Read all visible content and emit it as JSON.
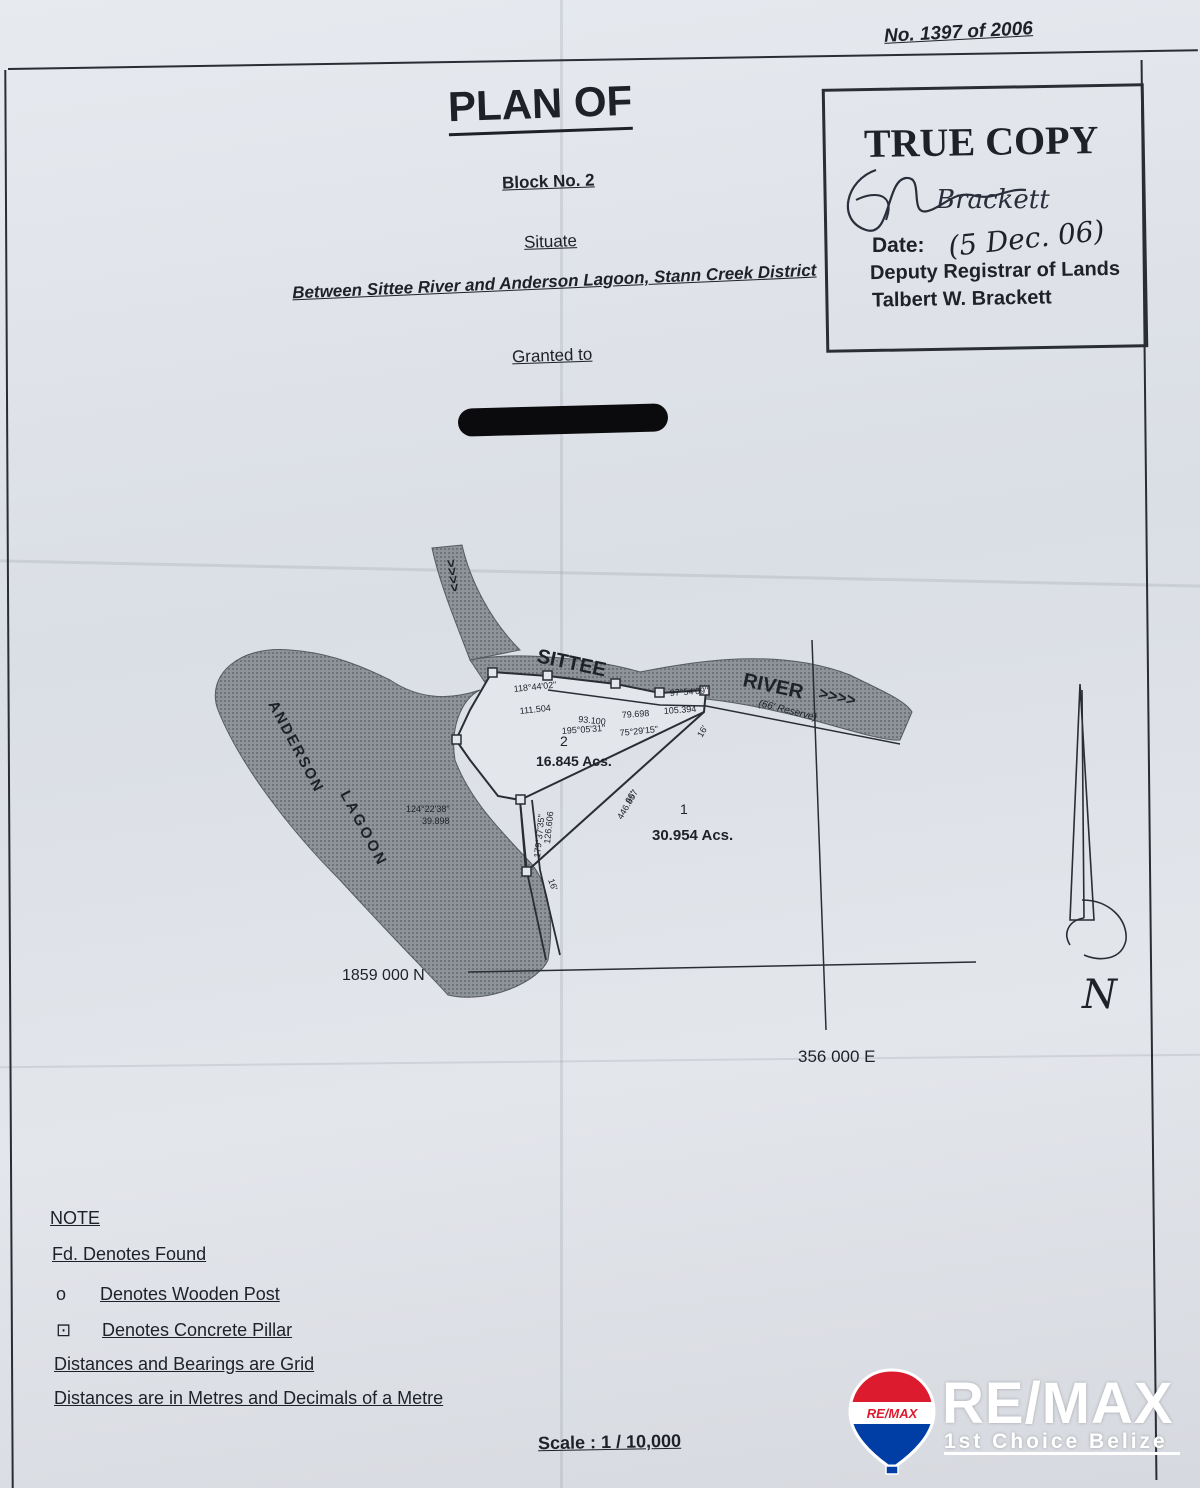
{
  "header": {
    "plan_number": "No. 1397 of 2006",
    "title": "PLAN OF",
    "block": "Block No. 2",
    "situate_label": "Situate",
    "location": "Between Sittee River and Anderson Lagoon, Stann Creek District",
    "granted_label": "Granted to"
  },
  "stamp": {
    "title": "TRUE COPY",
    "signature": "Brackett",
    "date_label": "Date:",
    "date_value": "(5 Dec. 06)",
    "registrar": "Deputy Registrar of Lands",
    "name": "Talbert W. Brackett"
  },
  "map": {
    "river_label_1": "SITTEE",
    "river_label_2": "RIVER",
    "river_arrows": ">>>>",
    "upstream_arrows": ">>>>",
    "reserve_label": "(66' Reserve)",
    "lagoon_label_1": "ANDERSON",
    "lagoon_label_2": "LAGOON",
    "parcel_2_number": "2",
    "parcel_2_area": "16.845 Acs.",
    "parcel_1_number": "1",
    "parcel_1_area": "30.954 Acs.",
    "northing_label": "1859 000 N",
    "easting_label": "356 000 E",
    "north_label": "N",
    "measurements": {
      "m1": "118°44'02\"",
      "m2": "111.504",
      "m3": "93.100",
      "m4": "195°05'31\"",
      "m5": "79.698",
      "m6": "75°29'15\"",
      "m7": "97°54'09\"",
      "m8": "105.394",
      "m9": "124°22'38\"",
      "m10": "39.898",
      "m11": "446.857",
      "m12": "126.606",
      "m13": "179°37'35\"",
      "m14": "16'",
      "m15": "66'",
      "m16": "16'"
    }
  },
  "notes": {
    "heading": "NOTE",
    "found": "Fd.   Denotes Found",
    "wooden_symbol": "o",
    "wooden": "Denotes Wooden Post",
    "pillar_symbol": "⊡",
    "pillar": "Denotes Concrete Pillar",
    "grid": "Distances and Bearings are Grid",
    "metres": "Distances are in Metres and Decimals of a Metre"
  },
  "scale": "Scale : 1 / 10,000",
  "brand": {
    "balloon_text": "RE/MAX",
    "wordmark": "RE/MAX",
    "tagline": "1st Choice Belize",
    "red": "#dc1c2e",
    "blue": "#003da5"
  }
}
